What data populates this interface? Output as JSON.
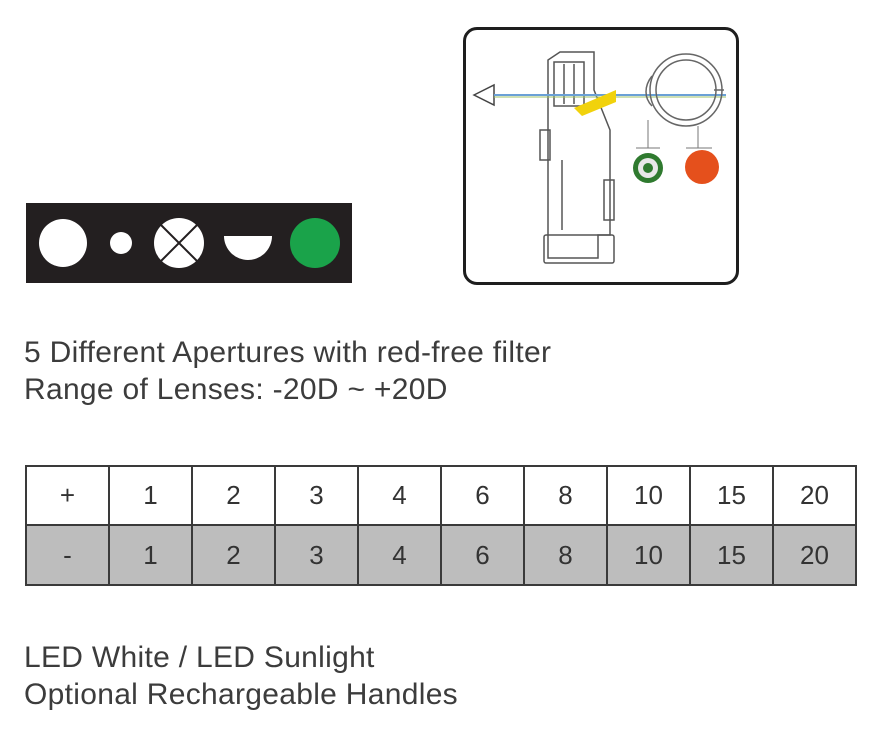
{
  "apertures": {
    "items": [
      "large-circle",
      "small-circle",
      "cross-circle",
      "half-circle",
      "green-filter-circle"
    ],
    "colors": {
      "background": "#231f20",
      "aperture": "#ffffff",
      "red_free_filter": "#1aa34a"
    }
  },
  "diagram": {
    "colors": {
      "line": "#555555",
      "beam_blue": "#6aa0d6",
      "beam_yellow": "#f1d20c",
      "filter_green": "#2f7a2f",
      "pupil_red": "#e5501c"
    }
  },
  "captions": {
    "line1": "5 Different Apertures with red-free filter",
    "line2": "Range of Lenses: -20D ~ +20D",
    "line3": "LED White / LED Sunlight",
    "line4": "Optional Rechargeable Handles"
  },
  "lens_table": {
    "plus_row": [
      "+",
      "1",
      "2",
      "3",
      "4",
      "6",
      "8",
      "10",
      "15",
      "20"
    ],
    "minus_row": [
      "-",
      "1",
      "2",
      "3",
      "4",
      "6",
      "8",
      "10",
      "15",
      "20"
    ],
    "minus_row_color": "#bdbdbd"
  }
}
